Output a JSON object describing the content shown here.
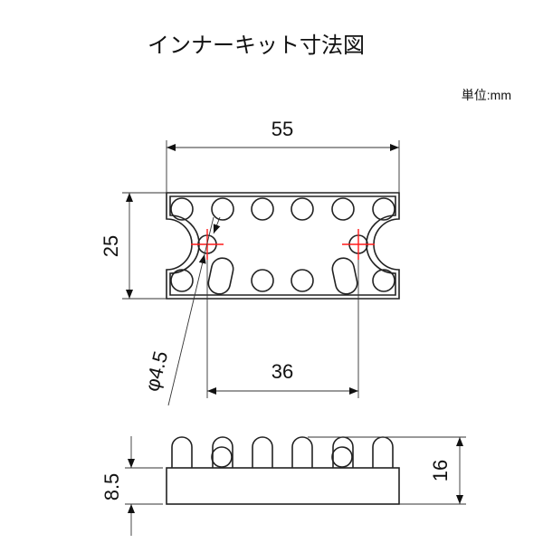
{
  "title": "インナーキット寸法図",
  "unit": "単位:mm",
  "dimensions": {
    "width": "55",
    "height": "25",
    "hole_spacing": "36",
    "hole_diameter": "φ4.5",
    "total_height": "16",
    "base_height": "8.5"
  },
  "colors": {
    "line": "#222222",
    "center_mark": "#ff1a1a"
  }
}
